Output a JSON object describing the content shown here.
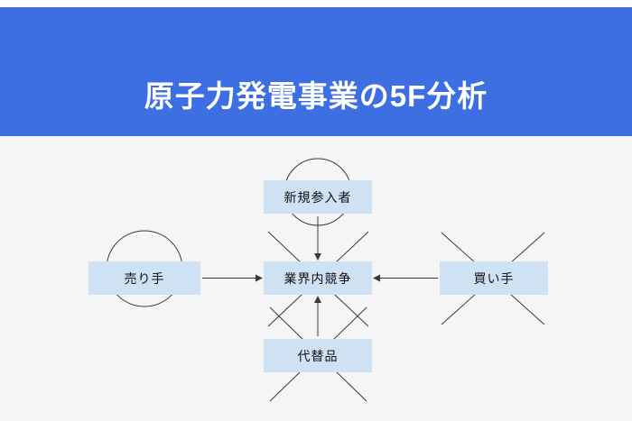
{
  "title": "原子力発電事業の5F分析",
  "diagram": {
    "nodes": {
      "new_entrants": {
        "label": "新規参入者",
        "mark": "circle"
      },
      "suppliers": {
        "label": "売り手",
        "mark": "circle"
      },
      "rivalry": {
        "label": "業界内競争",
        "mark": "cross"
      },
      "buyers": {
        "label": "買い手",
        "mark": "cross"
      },
      "substitutes": {
        "label": "代替品",
        "mark": "cross"
      }
    },
    "arrows": [
      {
        "from": "new_entrants",
        "to": "rivalry"
      },
      {
        "from": "suppliers",
        "to": "rivalry"
      },
      {
        "from": "buyers",
        "to": "rivalry"
      },
      {
        "from": "substitutes",
        "to": "rivalry"
      }
    ]
  },
  "colors": {
    "header_bg": "#3d6fe2",
    "header_text": "#ffffff",
    "node_fill": "#cfe2f3",
    "line": "#3a3a3a",
    "canvas_bg": "#f5f5f5"
  }
}
